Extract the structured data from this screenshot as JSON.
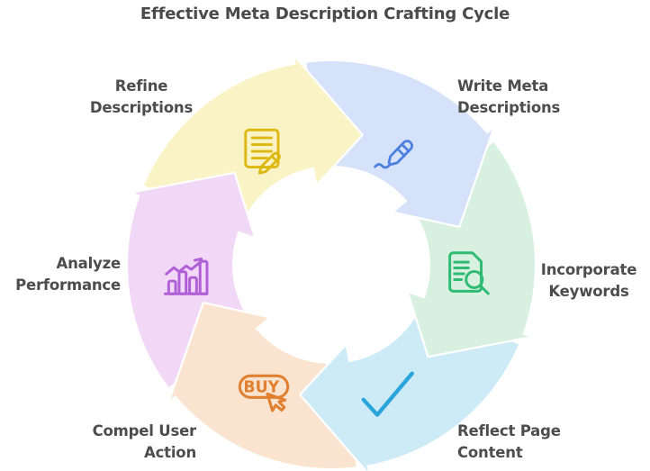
{
  "diagram": {
    "title": "Effective Meta Description Crafting Cycle",
    "type": "cycle",
    "direction": "clockwise",
    "text_color": "#4a4a4a",
    "background": "#ffffff",
    "steps": [
      {
        "label": "Refine Descriptions",
        "lines": [
          "Refine",
          "Descriptions"
        ],
        "icon": "note-pencil-icon",
        "fill": "#faf3c6",
        "accent": "#ddb810"
      },
      {
        "label": "Write Meta Descriptions",
        "lines": [
          "Write Meta",
          "Descriptions"
        ],
        "icon": "pen-signature-icon",
        "fill": "#d5e2f9",
        "accent": "#4b7fe0"
      },
      {
        "label": "Incorporate Keywords",
        "lines": [
          "Incorporate",
          "Keywords"
        ],
        "icon": "document-search-icon",
        "fill": "#d7f0df",
        "accent": "#2fbb72"
      },
      {
        "label": "Reflect Page Content",
        "lines": [
          "Reflect Page",
          "Content"
        ],
        "icon": "checkmark-icon",
        "fill": "#cdeaf7",
        "accent": "#29a5db"
      },
      {
        "label": "Compel User Action",
        "lines": [
          "Compel User",
          "Action"
        ],
        "icon": "buy-click-icon",
        "icon_text": "BUY",
        "fill": "#fae4d0",
        "accent": "#e08030"
      },
      {
        "label": "Analyze Performance",
        "lines": [
          "Analyze",
          "Performance"
        ],
        "icon": "bar-chart-growth-icon",
        "fill": "#f1d8f6",
        "accent": "#b15fd6"
      }
    ]
  }
}
